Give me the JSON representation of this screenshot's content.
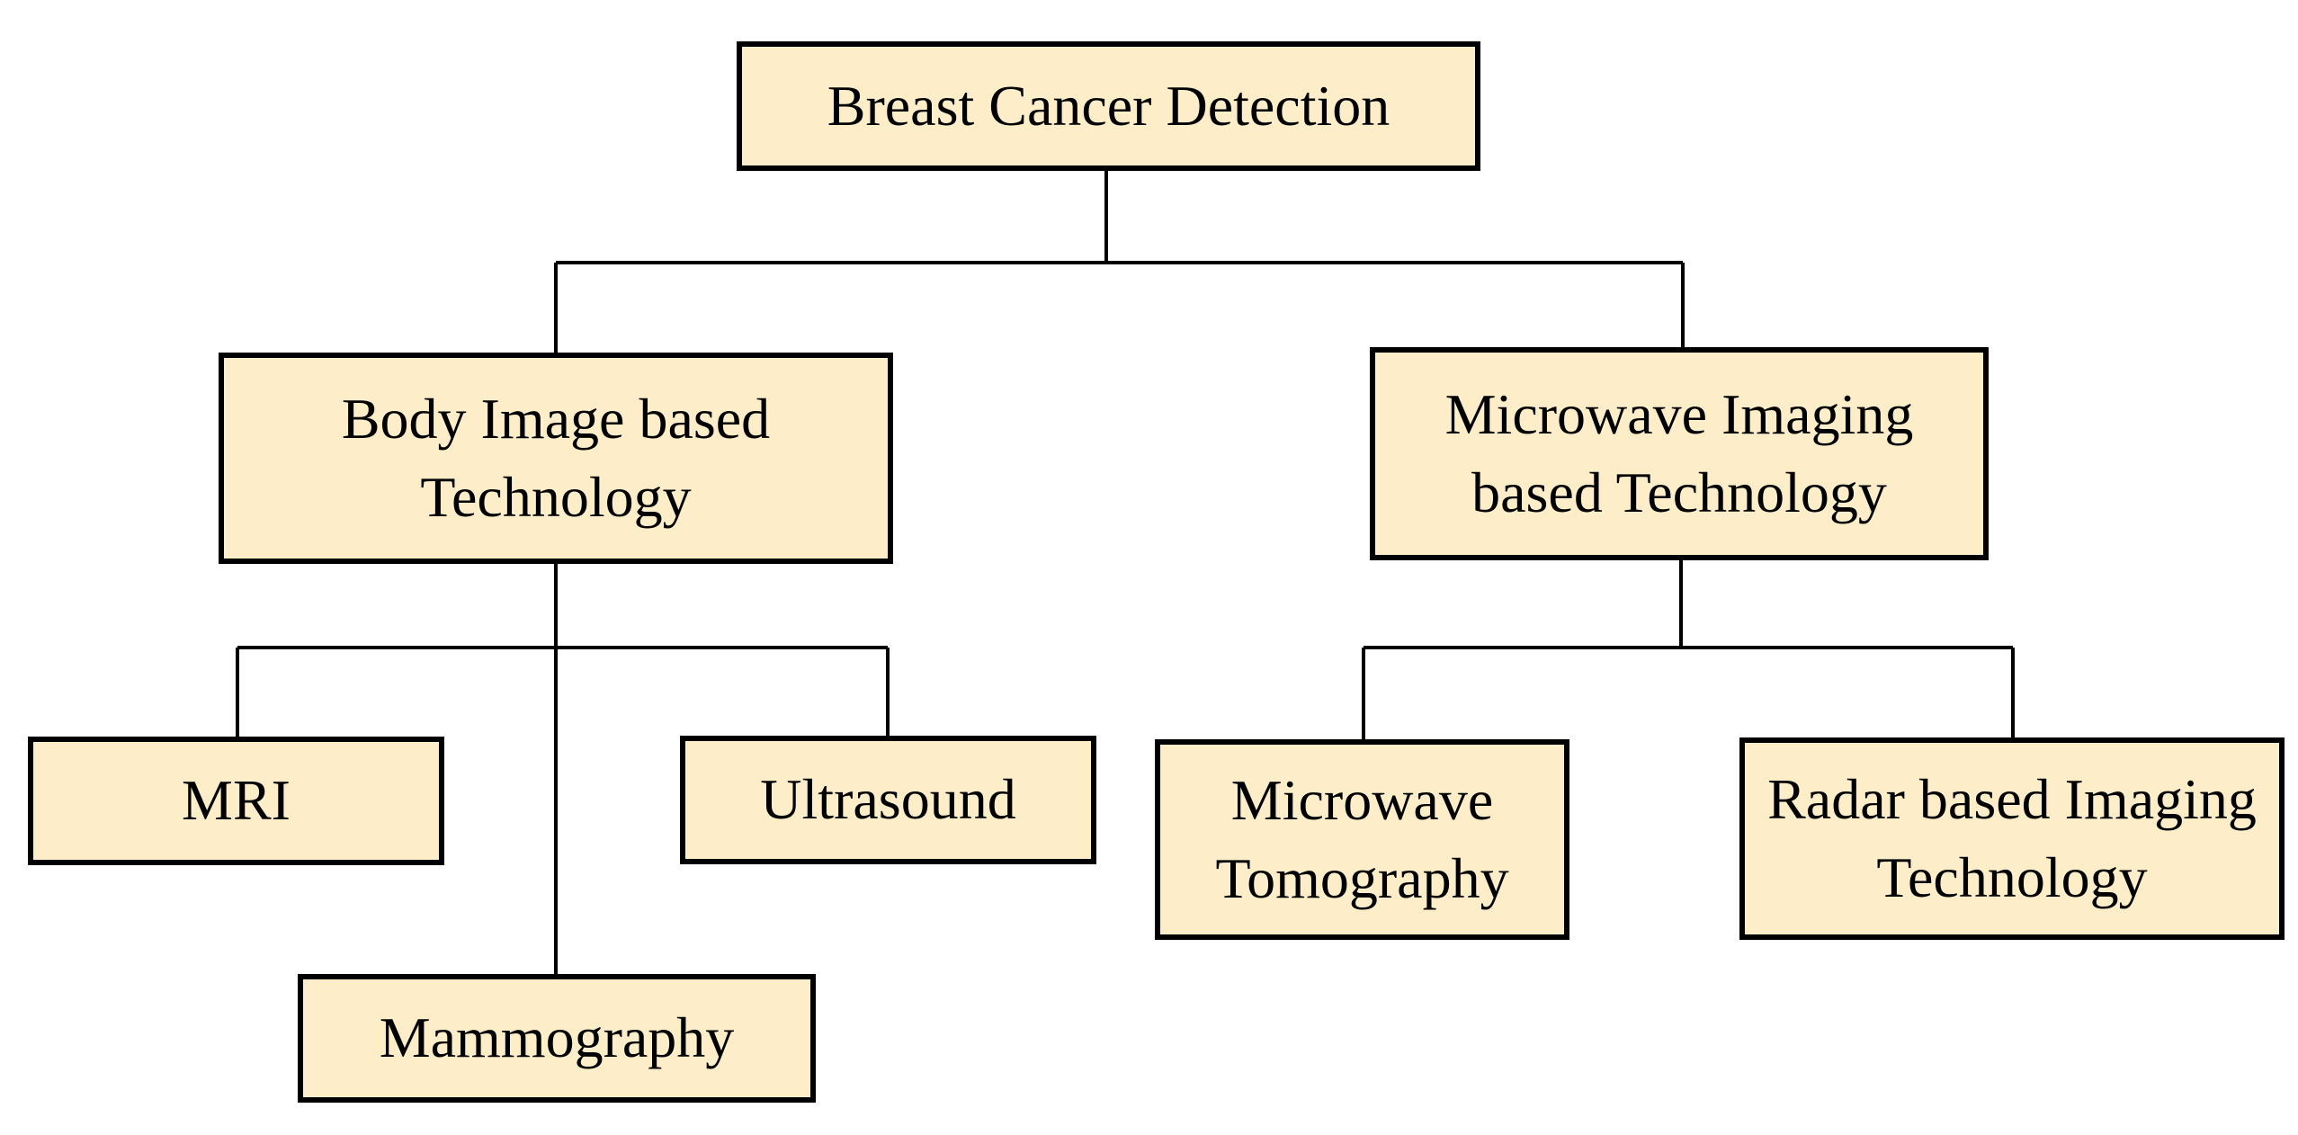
{
  "diagram": {
    "root": {
      "lines": [
        "Breast Cancer Detection"
      ]
    },
    "body_image": {
      "lines": [
        "Body Image based",
        "Technology"
      ]
    },
    "microwave_imaging": {
      "lines": [
        "Microwave Imaging",
        "based Technology"
      ]
    },
    "mri": {
      "lines": [
        "MRI"
      ]
    },
    "ultrasound": {
      "lines": [
        "Ultrasound"
      ]
    },
    "mammography": {
      "lines": [
        "Mammography"
      ]
    },
    "microwave_tomography": {
      "lines": [
        "Microwave",
        "Tomography"
      ]
    },
    "radar_imaging": {
      "lines": [
        "Radar based Imaging",
        "Technology"
      ]
    }
  },
  "colors": {
    "box_fill": "#fdeec9",
    "box_border": "#000000",
    "connector": "#000000"
  }
}
